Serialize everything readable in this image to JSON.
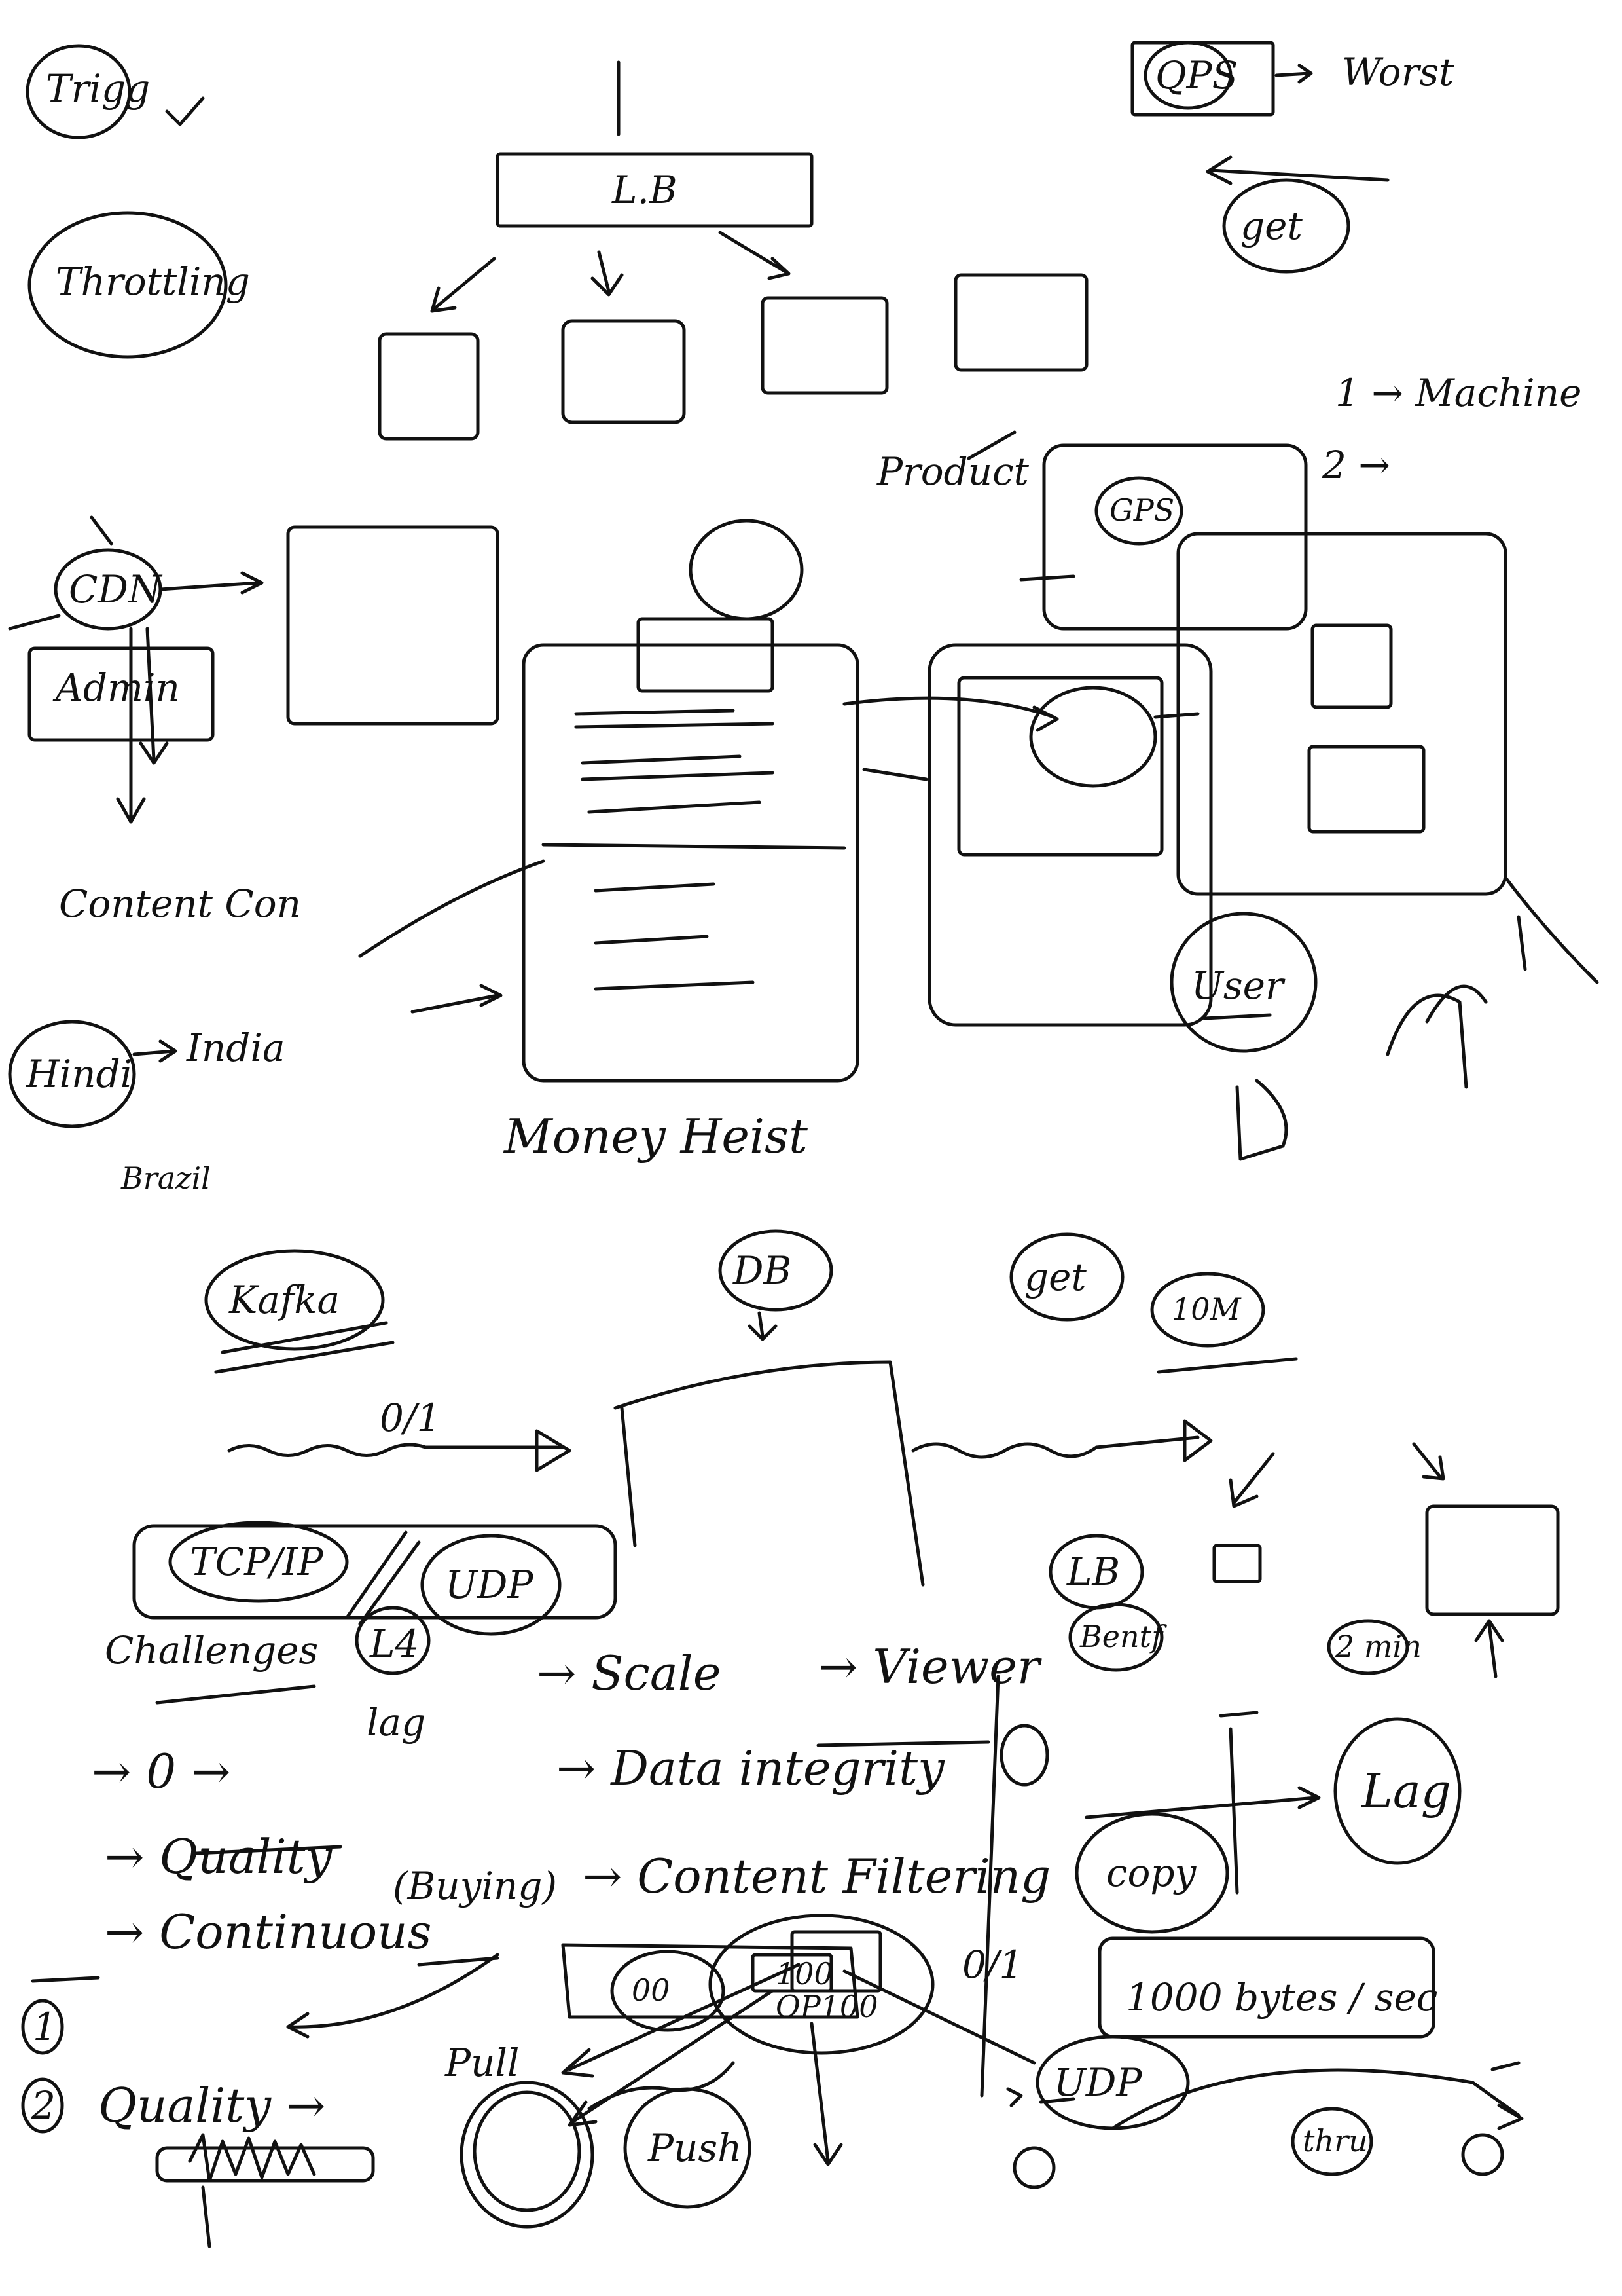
{
  "labels": {
    "trigger": "Trigg",
    "throttling": "Throttling",
    "cdn": "CDN",
    "admin": "Admin",
    "content_con": "Content Con",
    "hindi": "Hindi",
    "india": "India",
    "brazil": "Brazil",
    "lb_top": "L.B",
    "qps_top": "QPS",
    "worst": "Worst",
    "get_top": "get",
    "one_machine": "1 → Machine",
    "two": "2 →",
    "product": "Product",
    "gps": "GPS",
    "user": "User",
    "money_heist": "Money Heist",
    "kafka": "Kafka",
    "db": "DB",
    "get_bottom": "get",
    "ten_m": "10M",
    "zero_one_top": "0/1",
    "tcp_ip": "TCP/IP",
    "udp": "UDP",
    "l4": "L4",
    "challenges": "Challenges",
    "lb_bottom": "LB",
    "bentf": "Bentf",
    "two_min": "2 min",
    "lag_big": "Lag",
    "scale": "→ Scale",
    "viewer": "→ Viewer",
    "lag_small": "lag",
    "data_integrity": "→ Data integrity",
    "zero_arrow": "→ 0 →",
    "quality_struck": "→ Quality",
    "continuous": "→ Continuous",
    "buying": "(Buying)",
    "content_filtering": "→ Content Filtering",
    "copy": "copy",
    "zero_zero_small": "00",
    "one_thousand_bytes": "1000 bytes / sec",
    "one_hundred": "100",
    "op100": "OP100",
    "zero_one_mid": "0/1",
    "num_one": "1",
    "num_two": "2",
    "quality_bottom": "Quality →",
    "pull": "Pull",
    "push": "Push",
    "udp_bottom": "UDP",
    "thru": "thru"
  }
}
